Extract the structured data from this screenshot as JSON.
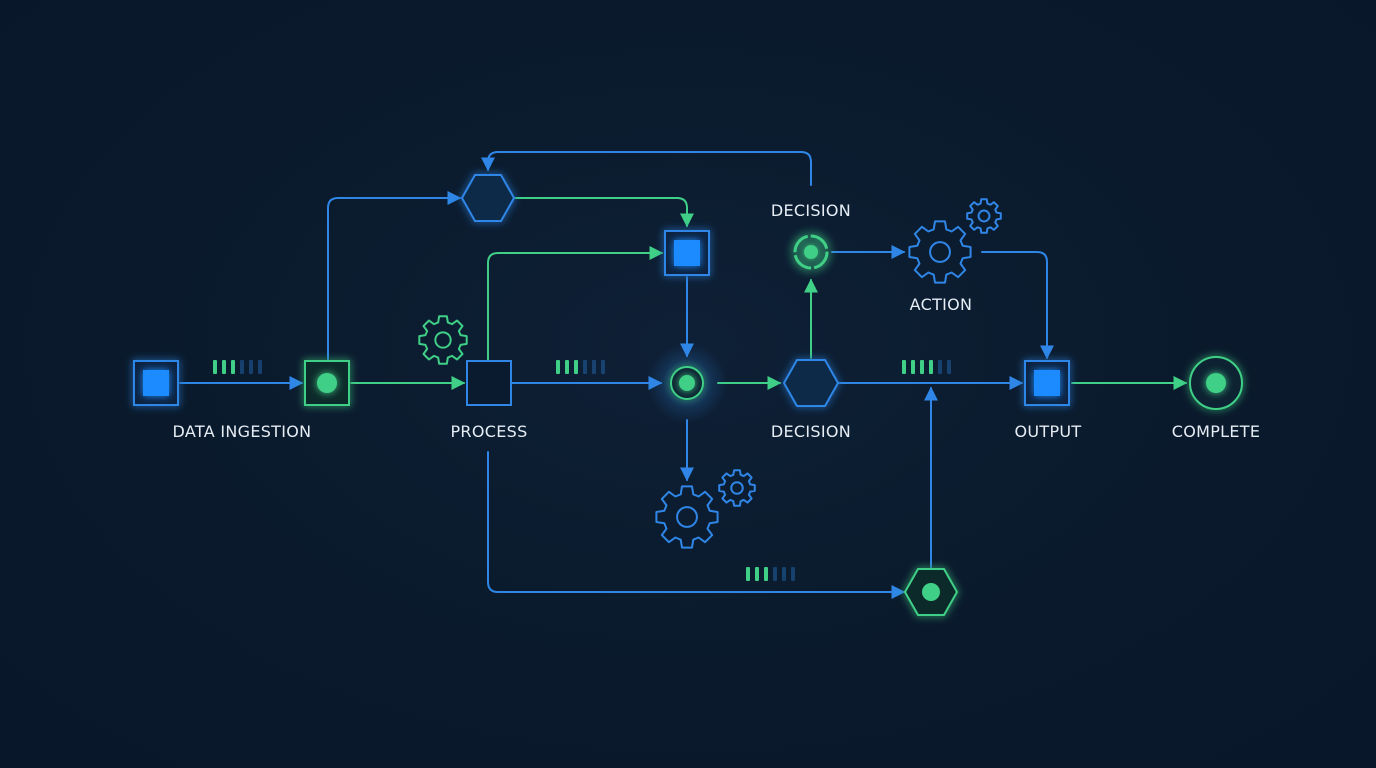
{
  "colors": {
    "background": "#0a1a2c",
    "blue": "#2f86e6",
    "green": "#3fcf86",
    "text": "#e6edf5"
  },
  "labels": {
    "data_ingestion": "DATA INGESTION",
    "process": "PROCESS",
    "decision_main": "DECISION",
    "decision_upper": "DECISION",
    "action": "ACTION",
    "output": "OUTPUT",
    "complete": "COMPLETE"
  },
  "icons": [
    "gear-icon"
  ],
  "progress_indicators": {
    "ingestion": 0.5,
    "process": 0.5,
    "decision": 0.67,
    "lower": 0.5
  }
}
